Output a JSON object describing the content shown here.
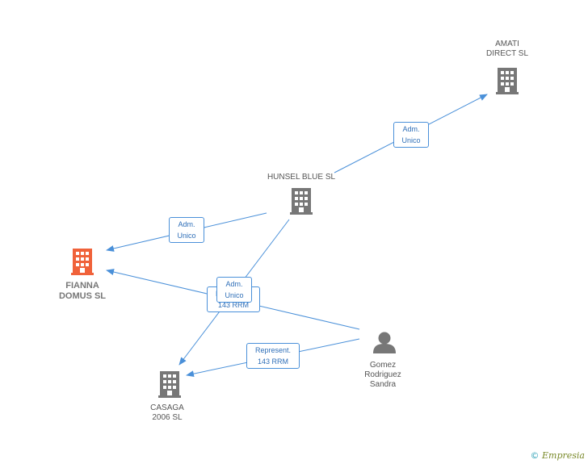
{
  "colors": {
    "edge": "#4a90d9",
    "building": "#777777",
    "focus": "#f0623a",
    "person": "#777777"
  },
  "nodes": {
    "amati": {
      "label": "AMATI\nDIRECT SL",
      "icon": "building-icon"
    },
    "hunsel": {
      "label": "HUNSEL BLUE SL",
      "icon": "building-icon"
    },
    "fianna": {
      "label": "FIANNA\nDOMUS SL",
      "icon": "building-icon"
    },
    "casaga": {
      "label": "CASAGA\n2006 SL",
      "icon": "building-icon"
    },
    "gomez": {
      "label": "Gomez\nRodriguez\nSandra",
      "icon": "person-icon"
    }
  },
  "edges": {
    "hunsel_amati": "Adm.\nUnico",
    "hunsel_fianna": "Adm.\nUnico",
    "gomez_fianna": "Represent.\n143 RRM",
    "hunsel_casaga": "Adm.\nUnico",
    "gomez_casaga": "Represent.\n143 RRM"
  },
  "brand": {
    "symbol": "©",
    "name": "Empresia"
  }
}
